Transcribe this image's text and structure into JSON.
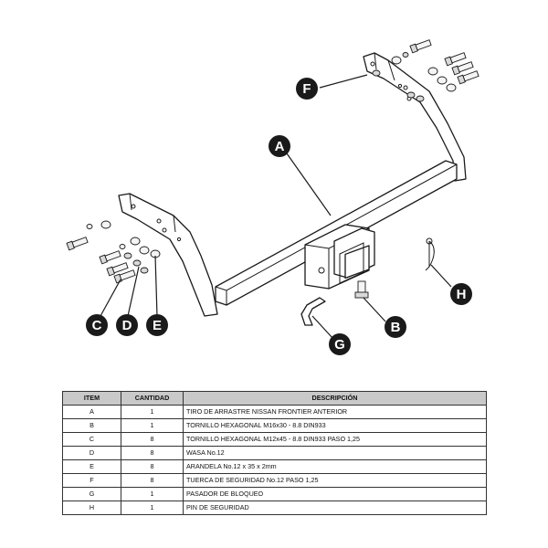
{
  "callouts": {
    "A": "A",
    "B": "B",
    "C": "C",
    "D": "D",
    "E": "E",
    "F": "F",
    "G": "G",
    "H": "H"
  },
  "table": {
    "headers": {
      "item": "ITEM",
      "quantity": "CANTIDAD",
      "description": "DESCRIPCIÓN"
    },
    "rows": [
      {
        "item": "A",
        "quantity": "1",
        "description": "TIRO DE ARRASTRE NISSAN FRONTIER ANTERIOR"
      },
      {
        "item": "B",
        "quantity": "1",
        "description": "TORNILLO  HEXAGONAL M16x30 - 8.8 DIN933"
      },
      {
        "item": "C",
        "quantity": "8",
        "description": "TORNILLO  HEXAGONAL M12x45 - 8.8 DIN933 PASO  1,25"
      },
      {
        "item": "D",
        "quantity": "8",
        "description": "WASA No.12"
      },
      {
        "item": "E",
        "quantity": "8",
        "description": "ARANDELA No.12 x 35 x 2mm"
      },
      {
        "item": "F",
        "quantity": "8",
        "description": "TUERCA DE SEGURIDAD No.12 PASO  1,25"
      },
      {
        "item": "G",
        "quantity": "1",
        "description": "PASADOR DE BLOQUEO"
      },
      {
        "item": "H",
        "quantity": "1",
        "description": "PIN DE SEGURIDAD"
      }
    ]
  }
}
